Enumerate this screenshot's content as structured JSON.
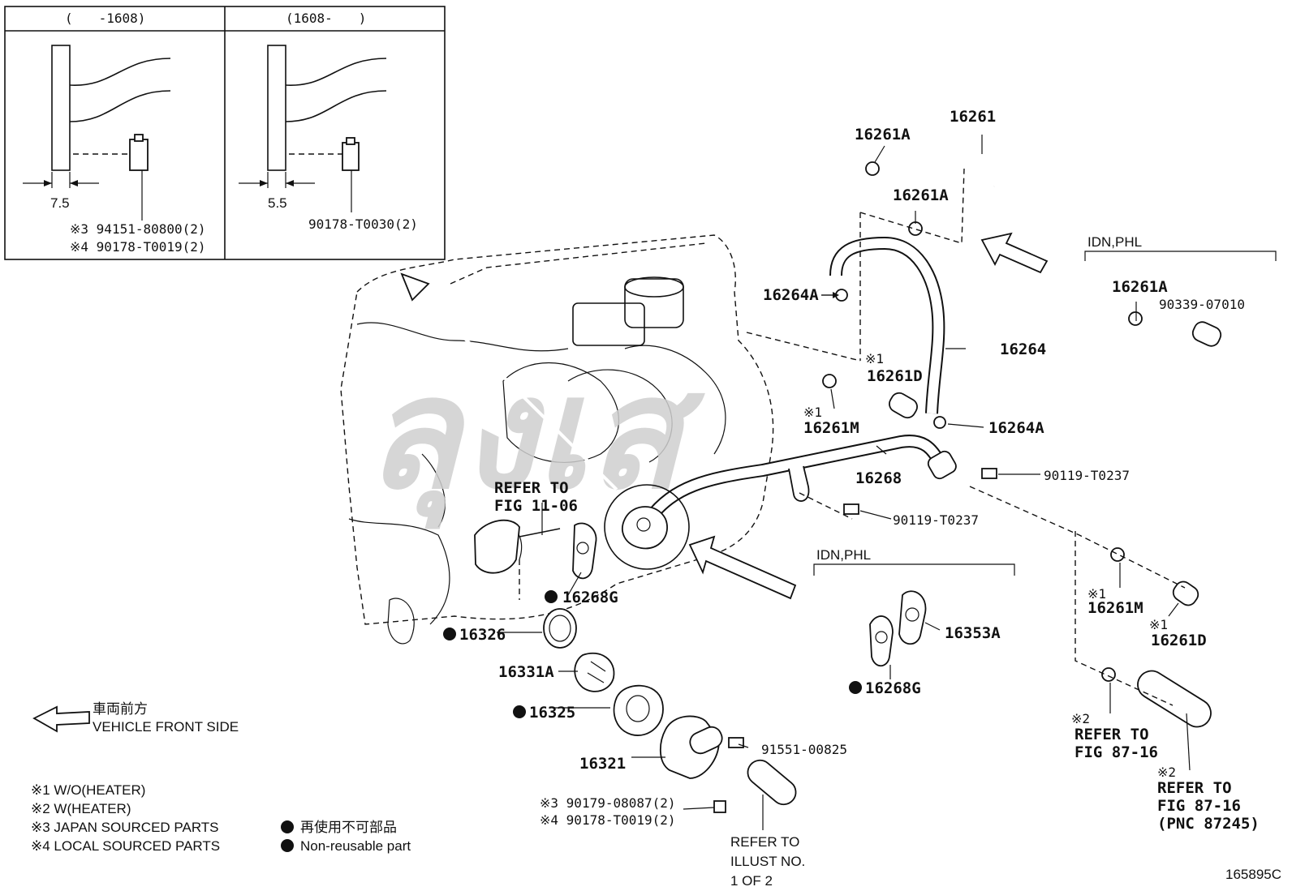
{
  "inset": {
    "left_period": "(　　-1608)",
    "right_period": "(1608-　　)",
    "left_dimension": "7.5",
    "right_dimension": "5.5",
    "left_parts": [
      "※3 94151-80800(2)",
      "※4 90178-T0019(2)"
    ],
    "right_part": "90178-T0030(2)"
  },
  "watermark": "ลุงเส",
  "labels": {
    "p16261": "16261",
    "p16261A_top": "16261A",
    "p16261A_mid": "16261A",
    "p16264A_top": "16264A",
    "p16264": "16264",
    "p16264A_bottom": "16264A",
    "mark1_a": "※1",
    "p16261D": "16261D",
    "mark1_b": "※1",
    "p16261M": "16261M",
    "p16268": "16268",
    "p90119_right": "90119-T0237",
    "p90119_mid": "90119-T0237",
    "refer_fig_1106_line1": "REFER TO",
    "refer_fig_1106_line2": "FIG 11-06",
    "p16268G": "16268G",
    "p16326": "16326",
    "p16331A": "16331A",
    "p16325": "16325",
    "p16321": "16321",
    "p91551": "91551-00825",
    "p90179": "※3 90179-08087(2)",
    "p90178": "※4 90178-T0019(2)",
    "refer_illust_1": "REFER TO",
    "refer_illust_2": "ILLUST NO.",
    "refer_illust_3": "1 OF 2",
    "idn_phl_top": "IDN,PHL",
    "p16261A_box": "16261A",
    "p90339": "90339-07010",
    "idn_phl_mid": "IDN,PHL",
    "p16353A": "16353A",
    "p16268G_box": "16268G",
    "mark1_c": "※1",
    "p16261M_right": "16261M",
    "mark1_d": "※1",
    "p16261D_right": "16261D",
    "mark2_a": "※2",
    "refer_fig_8716_a1": "REFER TO",
    "refer_fig_8716_a2": "FIG 87-16",
    "mark2_b": "※2",
    "refer_fig_8716_b1": "REFER TO",
    "refer_fig_8716_b2": "FIG 87-16",
    "refer_fig_8716_b3": "(PNC 87245)"
  },
  "legend": {
    "front_jp": "車両前方",
    "front_en": "VEHICLE FRONT SIDE",
    "notes": [
      "※1 W/O(HEATER)",
      "※2 W(HEATER)",
      "※3 JAPAN SOURCED PARTS",
      "※4 LOCAL SOURCED PARTS"
    ],
    "nonreusable_jp": "再使用不可部品",
    "nonreusable_en": "Non-reusable part"
  },
  "illustration_id": "165895C"
}
